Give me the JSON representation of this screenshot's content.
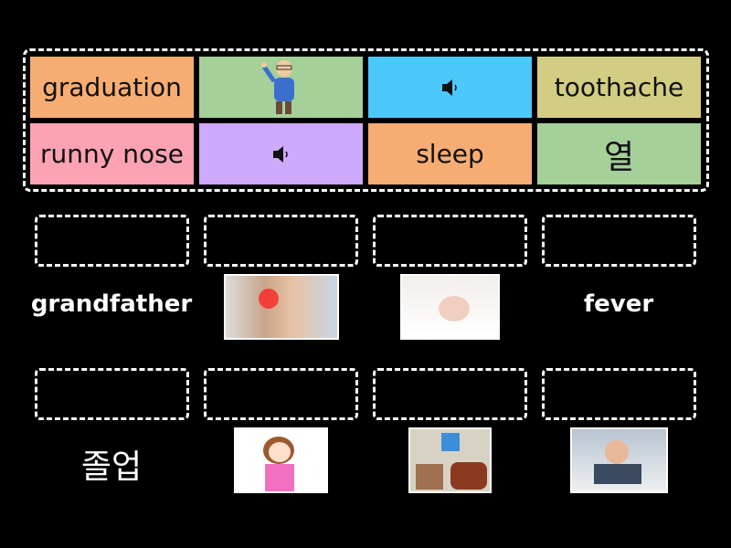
{
  "tiles": [
    {
      "type": "text",
      "label": "graduation",
      "color": "#f7ad72"
    },
    {
      "type": "image",
      "icon": "grandfather-cartoon",
      "color": "#a6d09a"
    },
    {
      "type": "audio",
      "icon": "speaker-icon",
      "color": "#4dc8fb"
    },
    {
      "type": "text",
      "label": "toothache",
      "color": "#d3cd83"
    },
    {
      "type": "text",
      "label": "runny nose",
      "color": "#fca2b2"
    },
    {
      "type": "audio",
      "icon": "speaker-icon",
      "color": "#cfa9fc"
    },
    {
      "type": "text",
      "label": "sleep",
      "color": "#f7ad72"
    },
    {
      "type": "text",
      "label": "열",
      "color": "#a6d09a"
    }
  ],
  "targets": [
    {
      "type": "text",
      "label": "grandfather"
    },
    {
      "type": "image",
      "icon": "toothache-photo"
    },
    {
      "type": "image",
      "icon": "sleeping-baby-photo"
    },
    {
      "type": "text",
      "label": "fever"
    },
    {
      "type": "text",
      "label": "졸업"
    },
    {
      "type": "image",
      "icon": "runny-nose-cartoon"
    },
    {
      "type": "image",
      "icon": "school-lunch-photo"
    },
    {
      "type": "image",
      "icon": "happy-student-photo"
    }
  ]
}
